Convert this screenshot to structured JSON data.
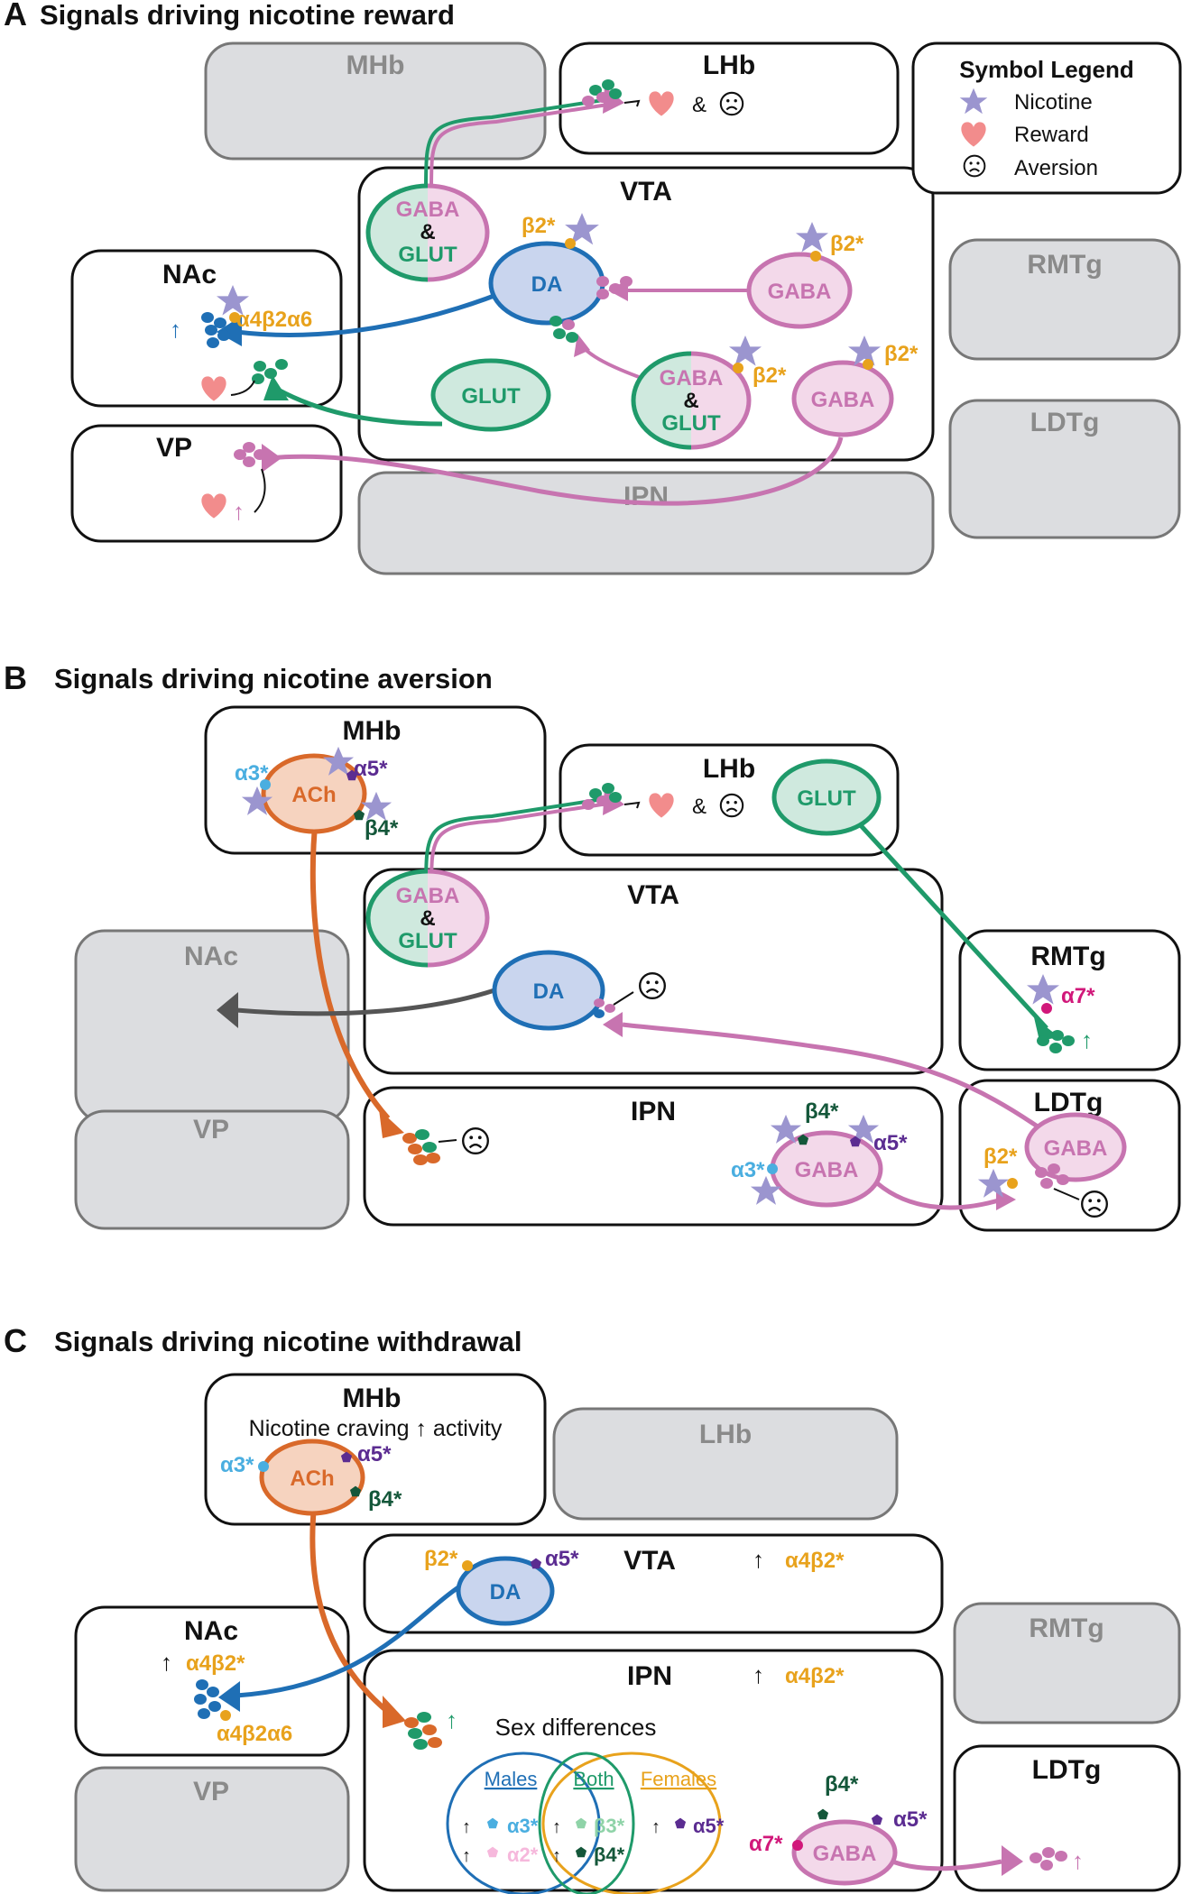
{
  "panels": {
    "a": {
      "label": "A",
      "title": "Signals driving nicotine reward"
    },
    "b": {
      "label": "B",
      "title": "Signals driving nicotine aversion"
    },
    "c": {
      "label": "C",
      "title": "Signals driving nicotine withdrawal"
    }
  },
  "regions": {
    "mhb": "MHb",
    "lhb": "LHb",
    "vta": "VTA",
    "nac": "NAc",
    "vp": "VP",
    "ipn": "IPN",
    "rmtg": "RMTg",
    "ldtg": "LDTg"
  },
  "legend": {
    "title": "Symbol Legend",
    "nicotine": "Nicotine",
    "reward": "Reward",
    "aversion": "Aversion"
  },
  "cells": {
    "gaba": "GABA",
    "glut": "GLUT",
    "amp": "&",
    "da": "DA",
    "ach": "ACh"
  },
  "receptors": {
    "b2": "β2*",
    "a4b2a6": "α4β2α6",
    "a3": "α3*",
    "a5": "α5*",
    "b4": "β4*",
    "a7": "α7*",
    "a4b2": "α4β2*",
    "b3": "β3*",
    "a2": "α2*"
  },
  "symbols": {
    "up": "↑",
    "amp": "&",
    "sad": "☹"
  },
  "panel_c": {
    "craving": "Nicotine craving ↑ activity",
    "sex_title": "Sex differences",
    "males": "Males",
    "both": "Both",
    "females": "Females"
  },
  "colors": {
    "green": "#1f9a6a",
    "pink": "#c774b0",
    "blue": "#1f6fb5",
    "orange": "#d9692a",
    "gold": "#e8a21c",
    "purple": "#5b2c91",
    "darkgreen": "#14573a",
    "lightblue": "#4aaee0",
    "magenta": "#d1187a",
    "star": "#9b95cf",
    "heart": "#f28c8c",
    "gray_box": "#dcdde0"
  }
}
